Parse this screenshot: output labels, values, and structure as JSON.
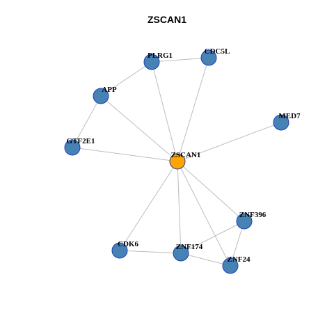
{
  "title": "ZSCAN1",
  "colors": {
    "center": "#ffa500",
    "node": "#4682b4",
    "border": "#1f3fb3",
    "edge": "#bdbdbd"
  },
  "nodes": [
    {
      "id": "ZSCAN1",
      "label": "ZSCAN1",
      "role": "center"
    },
    {
      "id": "PLRG1",
      "label": "PLRG1",
      "role": "neighbor"
    },
    {
      "id": "CDC5L",
      "label": "CDC5L",
      "role": "neighbor"
    },
    {
      "id": "APP",
      "label": "APP",
      "role": "neighbor"
    },
    {
      "id": "MED7",
      "label": "MED7",
      "role": "neighbor"
    },
    {
      "id": "GTF2E1",
      "label": "GTF2E1",
      "role": "neighbor"
    },
    {
      "id": "ZNF396",
      "label": "ZNF396",
      "role": "neighbor"
    },
    {
      "id": "CDK6",
      "label": "CDK6",
      "role": "neighbor"
    },
    {
      "id": "ZNF174",
      "label": "ZNF174",
      "role": "neighbor"
    },
    {
      "id": "ZNF24",
      "label": "ZNF24",
      "role": "neighbor"
    }
  ],
  "edges": [
    [
      "ZSCAN1",
      "PLRG1"
    ],
    [
      "ZSCAN1",
      "CDC5L"
    ],
    [
      "ZSCAN1",
      "APP"
    ],
    [
      "ZSCAN1",
      "MED7"
    ],
    [
      "ZSCAN1",
      "GTF2E1"
    ],
    [
      "ZSCAN1",
      "ZNF396"
    ],
    [
      "ZSCAN1",
      "CDK6"
    ],
    [
      "ZSCAN1",
      "ZNF174"
    ],
    [
      "ZSCAN1",
      "ZNF24"
    ],
    [
      "PLRG1",
      "CDC5L"
    ],
    [
      "PLRG1",
      "APP"
    ],
    [
      "APP",
      "GTF2E1"
    ],
    [
      "ZNF396",
      "ZNF174"
    ],
    [
      "ZNF396",
      "ZNF24"
    ],
    [
      "CDK6",
      "ZNF174"
    ],
    [
      "ZNF174",
      "ZNF24"
    ]
  ]
}
